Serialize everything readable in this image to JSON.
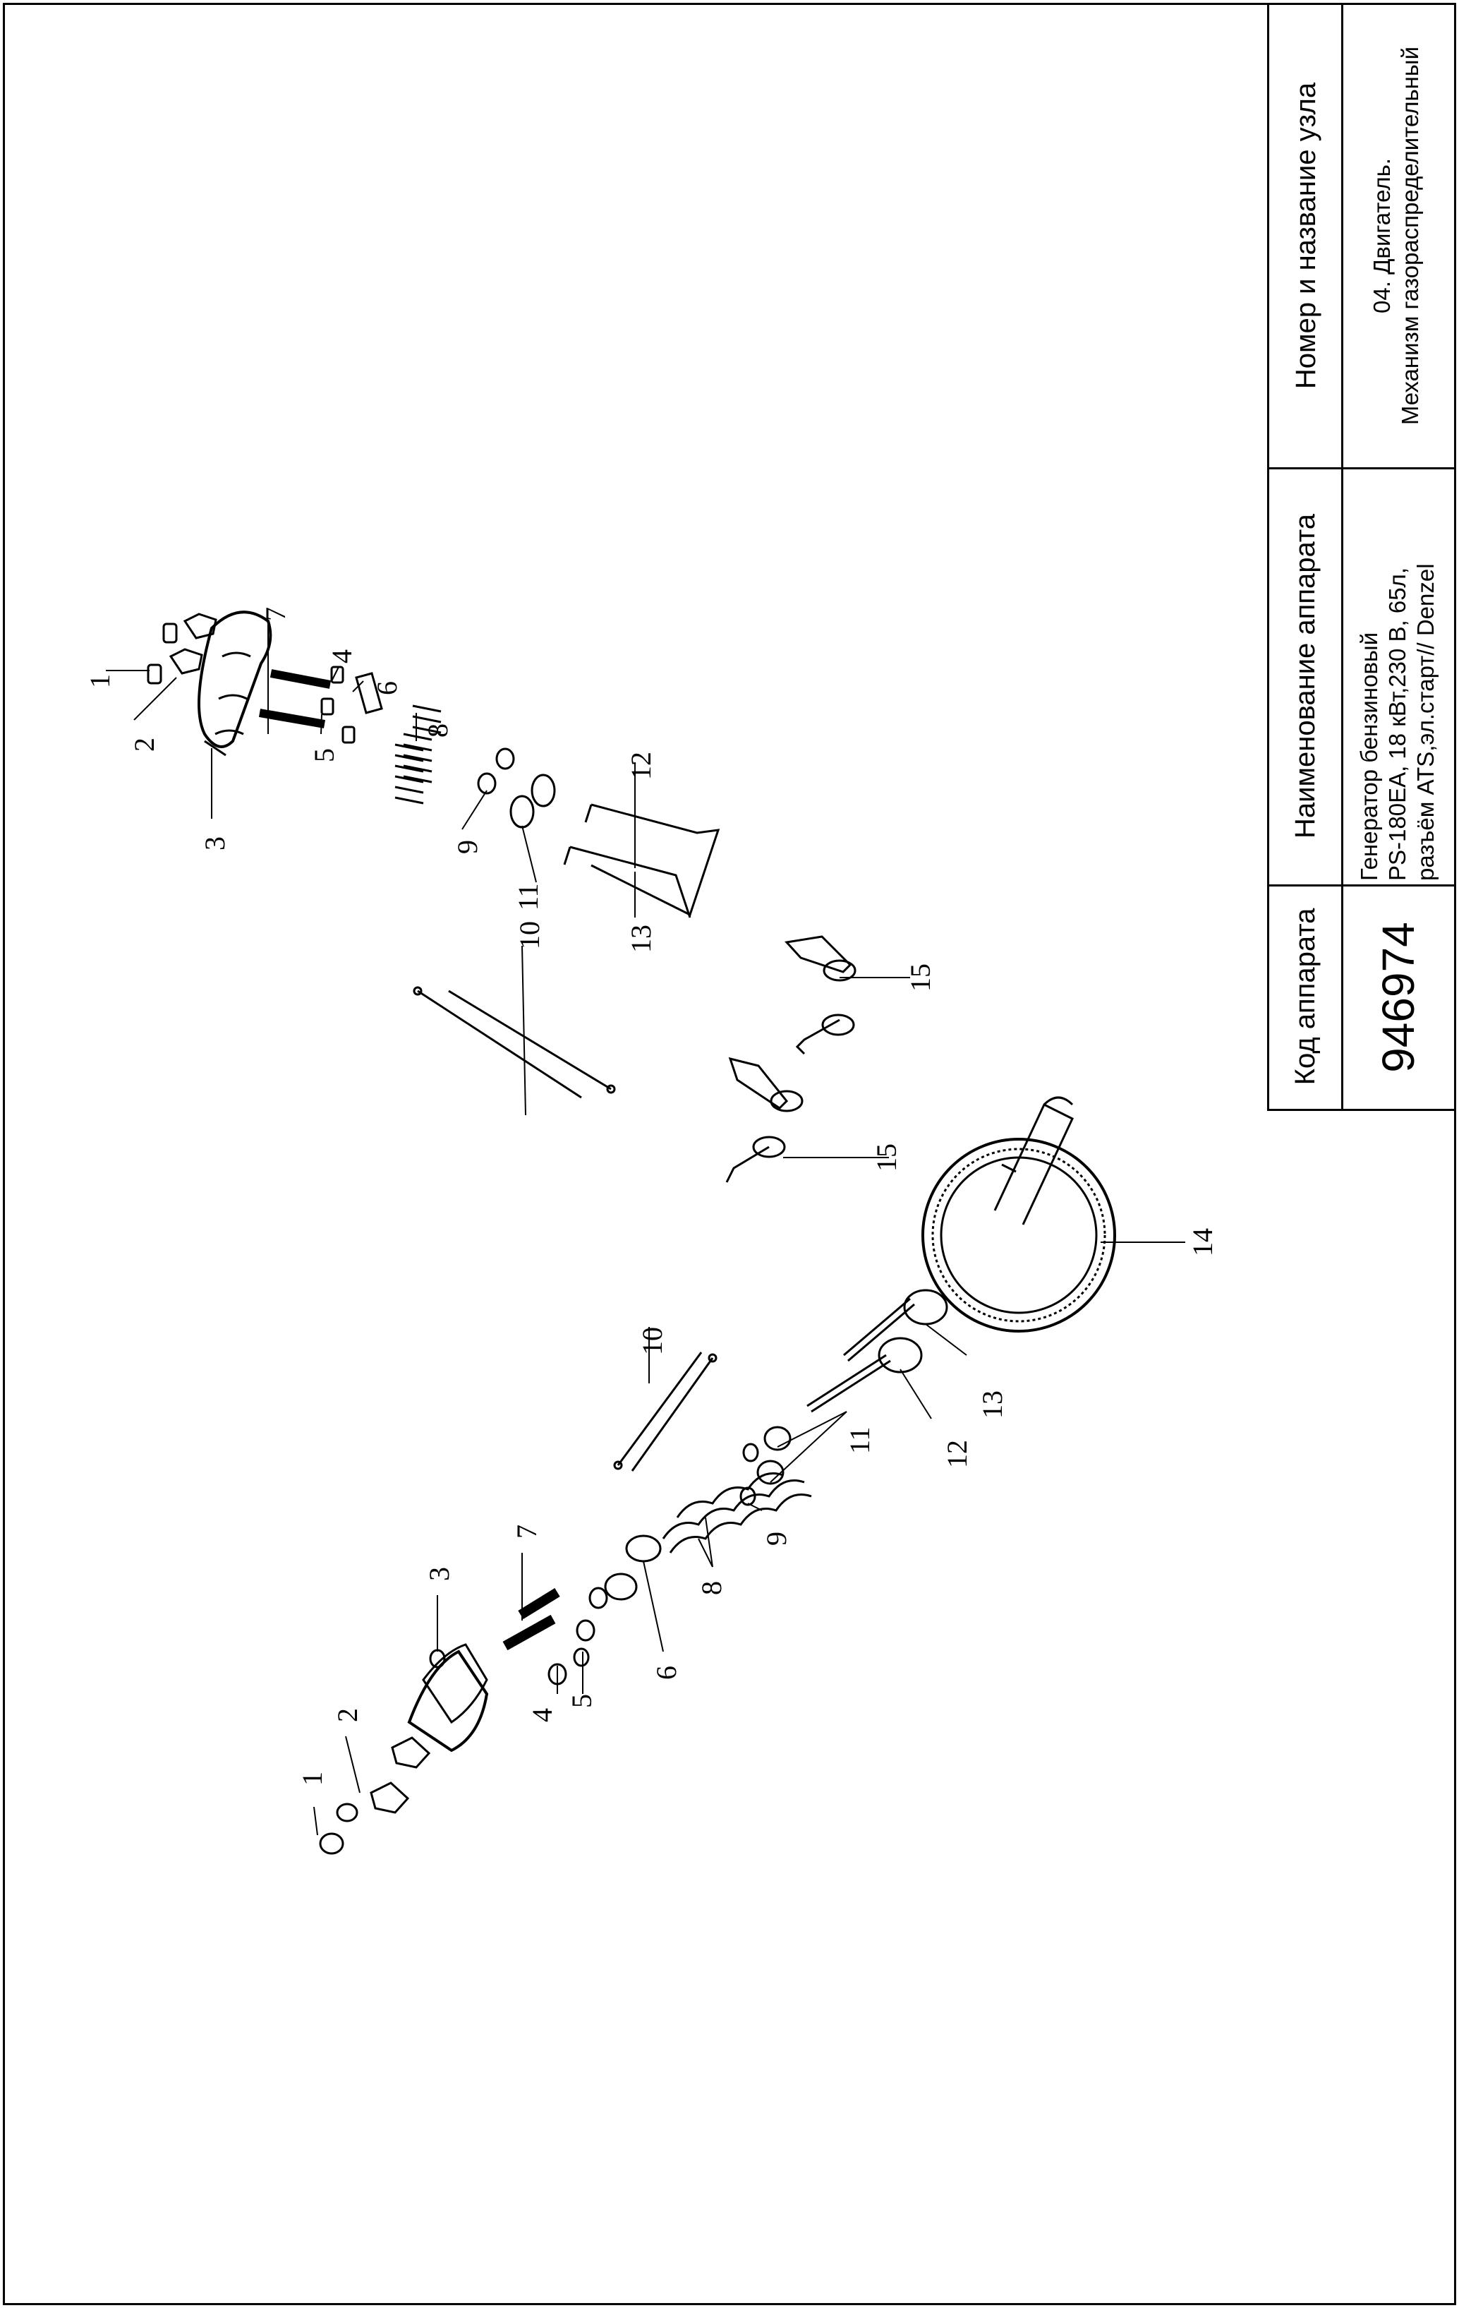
{
  "title_block": {
    "code_header": "Код аппарата",
    "code_value": "946974",
    "name_header": "Наименование аппарата",
    "name_lines": [
      "Генератор бензиновый",
      "PS-180EA, 18 кВт,230 В, 65л,",
      "разъём ATS,эл.старт// Denzel"
    ],
    "unit_header": "Номер и название узла",
    "unit_lines": [
      "04. Двигатель.",
      "Механизм газораспределительный"
    ]
  },
  "callouts": {
    "c1": "1",
    "c2": "2",
    "c3": "3",
    "c4": "4",
    "c5": "5",
    "c6": "6",
    "c7": "7",
    "c8": "8",
    "c9": "9",
    "c10": "10",
    "c11": "11",
    "c12": "12",
    "c13": "13",
    "c14": "14",
    "c15": "15"
  }
}
